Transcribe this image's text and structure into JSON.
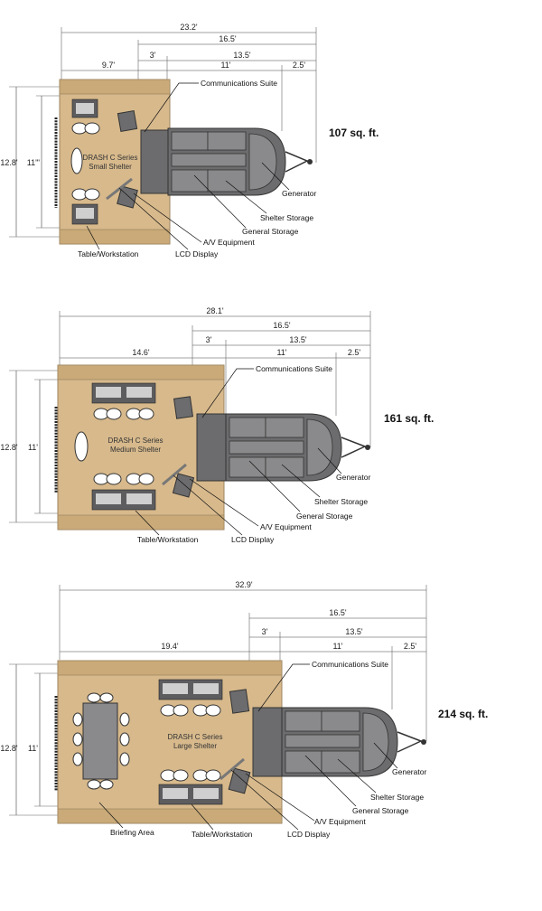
{
  "shelters": [
    {
      "name_line1": "DRASH C Series",
      "name_line2": "Small Shelter",
      "area": "107 sq. ft.",
      "dims": {
        "total": "23.2'",
        "trailer": "16.5'",
        "shelter": "9.7'",
        "small": "3'",
        "body": "13.5'",
        "mid": "11'",
        "end": "2.5'",
        "height_outer": "12.8'",
        "height_inner": "11'\""
      },
      "labels": {
        "comms": "Communications Suite",
        "generator": "Generator",
        "shelter_storage": "Shelter Storage",
        "general_storage": "General Storage",
        "av": "A/V Equipment",
        "lcd": "LCD Display",
        "table": "Table/Workstation"
      }
    },
    {
      "name_line1": "DRASH C Series",
      "name_line2": "Medium Shelter",
      "area": "161 sq. ft.",
      "dims": {
        "total": "28.1'",
        "trailer": "16.5'",
        "shelter": "14.6'",
        "small": "3'",
        "body": "13.5'",
        "mid": "11'",
        "end": "2.5'",
        "height_outer": "12.8'",
        "height_inner": "11'"
      },
      "labels": {
        "comms": "Communications Suite",
        "generator": "Generator",
        "shelter_storage": "Shelter Storage",
        "general_storage": "General Storage",
        "av": "A/V Equipment",
        "lcd": "LCD Display",
        "table": "Table/Workstation"
      }
    },
    {
      "name_line1": "DRASH C Series",
      "name_line2": "Large Shelter",
      "area": "214 sq. ft.",
      "dims": {
        "total": "32.9'",
        "trailer": "16.5'",
        "shelter": "19.4'",
        "small": "3'",
        "body": "13.5'",
        "mid": "11'",
        "end": "2.5'",
        "height_outer": "12.8'",
        "height_inner": "11'"
      },
      "labels": {
        "comms": "Communications Suite",
        "generator": "Generator",
        "shelter_storage": "Shelter Storage",
        "general_storage": "General Storage",
        "av": "A/V Equipment",
        "lcd": "LCD Display",
        "table": "Table/Workstation",
        "briefing": "Briefing Area"
      }
    }
  ]
}
